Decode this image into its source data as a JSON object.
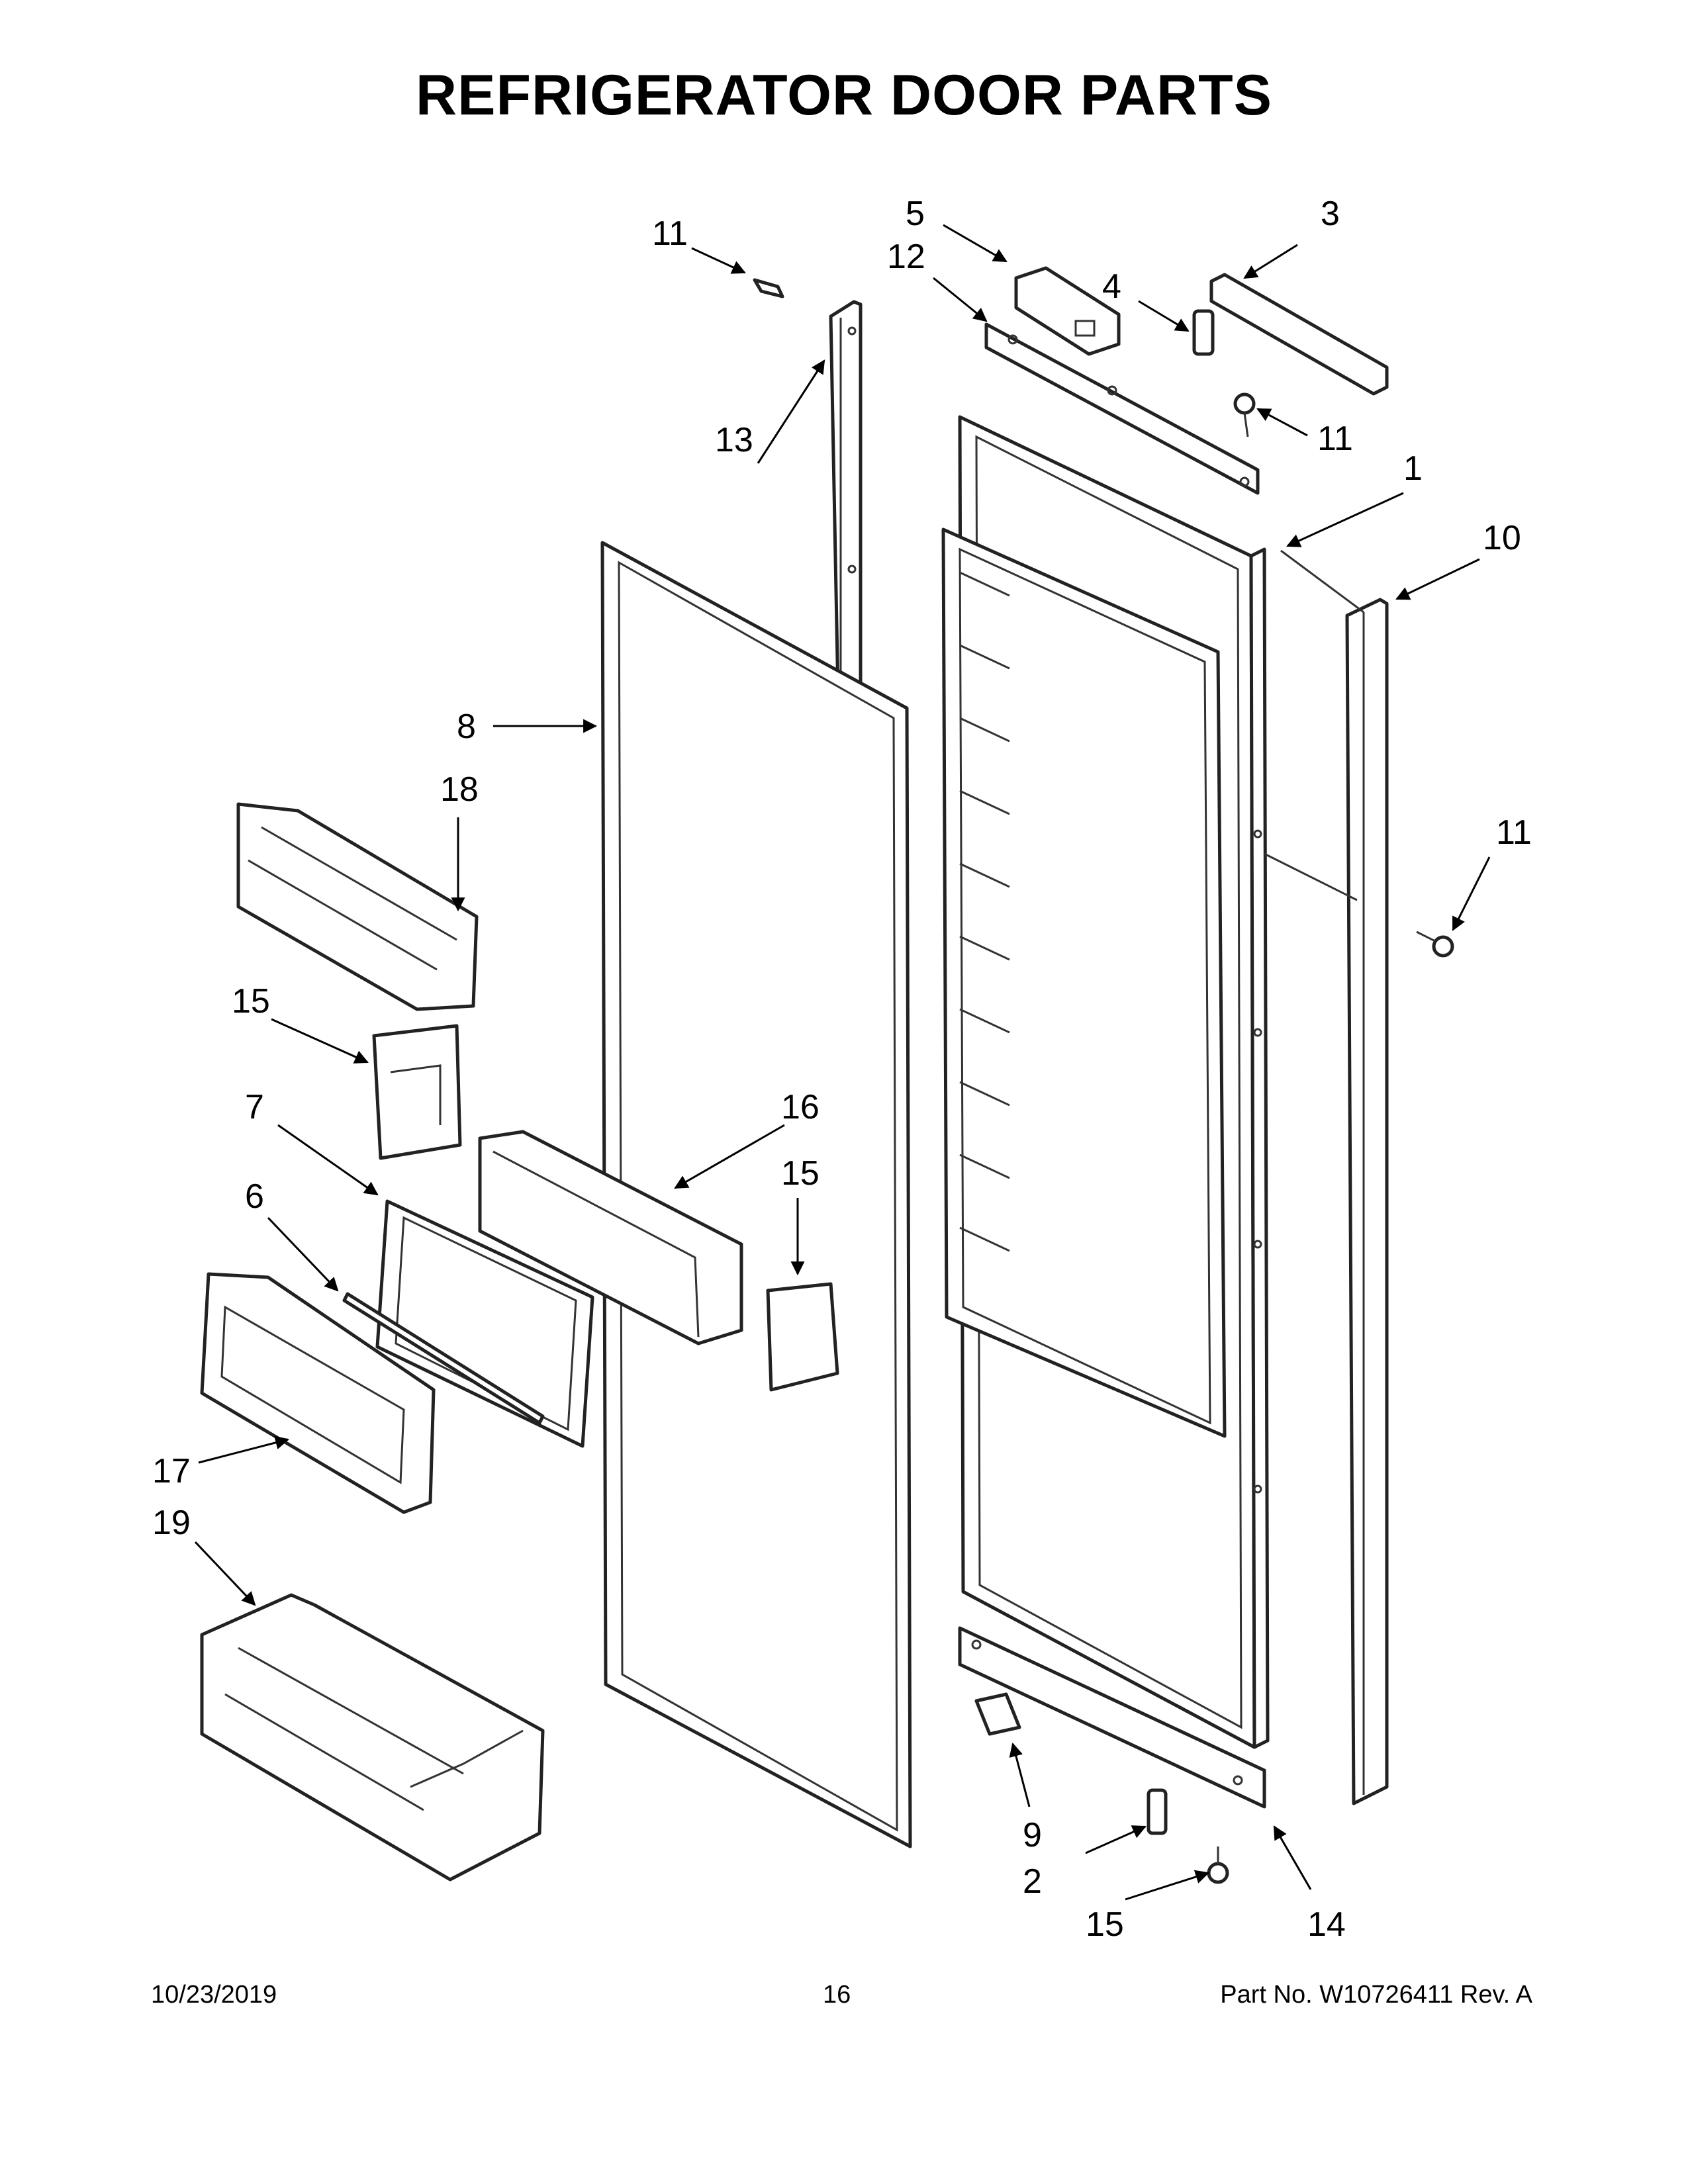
{
  "title": "REFRIGERATOR DOOR PARTS",
  "footer": {
    "date": "10/23/2019",
    "page": "16",
    "part": "Part No.  W10726411  Rev.  A"
  },
  "callouts": {
    "c1": "1",
    "c2": "2",
    "c3": "3",
    "c4": "4",
    "c5": "5",
    "c6": "6",
    "c7": "7",
    "c8": "8",
    "c9": "9",
    "c10": "10",
    "c11a": "11",
    "c11b": "11",
    "c11c": "11",
    "c12": "12",
    "c13": "13",
    "c14": "14",
    "c15a": "15",
    "c15b": "15",
    "c15c": "15",
    "c16": "16",
    "c17": "17",
    "c18": "18",
    "c19": "19"
  }
}
